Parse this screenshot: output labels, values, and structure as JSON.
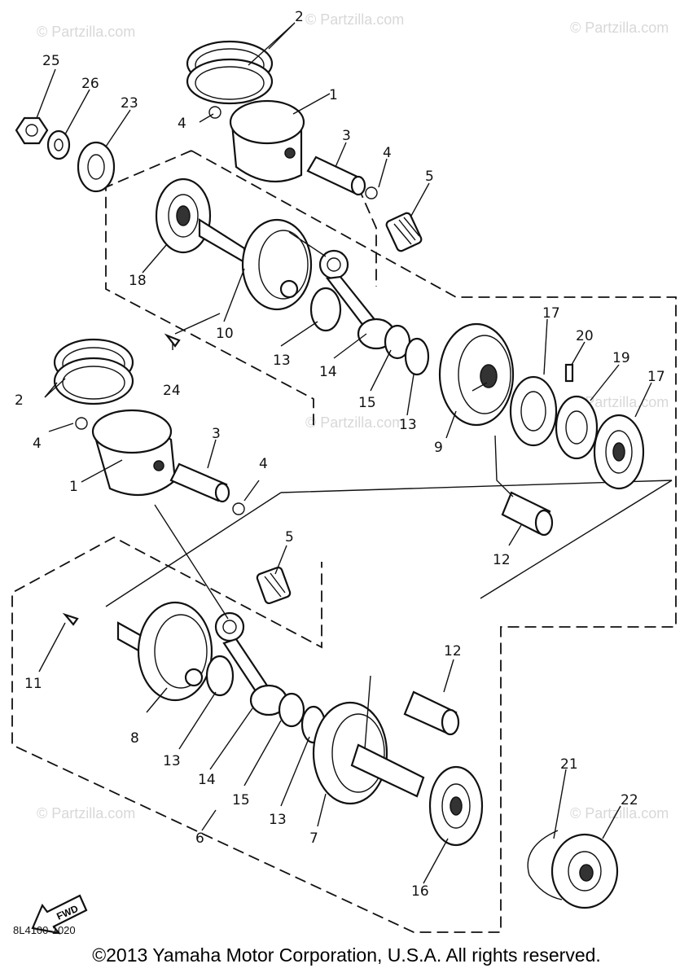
{
  "diagram": {
    "part_code": "8L4100-1020",
    "fwd_label": "FWD",
    "watermark": "© Partzilla.com",
    "callouts": {
      "c1a": "1",
      "c1b": "1",
      "c2a": "2",
      "c2b": "2",
      "c3a": "3",
      "c3b": "3",
      "c4a": "4",
      "c4b": "4",
      "c4c": "4",
      "c4d": "4",
      "c5a": "5",
      "c5b": "5",
      "c6": "6",
      "c7": "7",
      "c8": "8",
      "c9": "9",
      "c10": "10",
      "c11": "11",
      "c12a": "12",
      "c12b": "12",
      "c13a": "13",
      "c13b": "13",
      "c13c": "13",
      "c13d": "13",
      "c14a": "14",
      "c14b": "14",
      "c15a": "15",
      "c15b": "15",
      "c16": "16",
      "c17a": "17",
      "c17b": "17",
      "c18": "18",
      "c19": "19",
      "c20": "20",
      "c21": "21",
      "c22": "22",
      "c23": "23",
      "c24": "24",
      "c25": "25",
      "c26": "26"
    }
  },
  "footer": {
    "copyright": "©2013 Yamaha Motor Corporation, U.S.A. All rights reserved."
  }
}
